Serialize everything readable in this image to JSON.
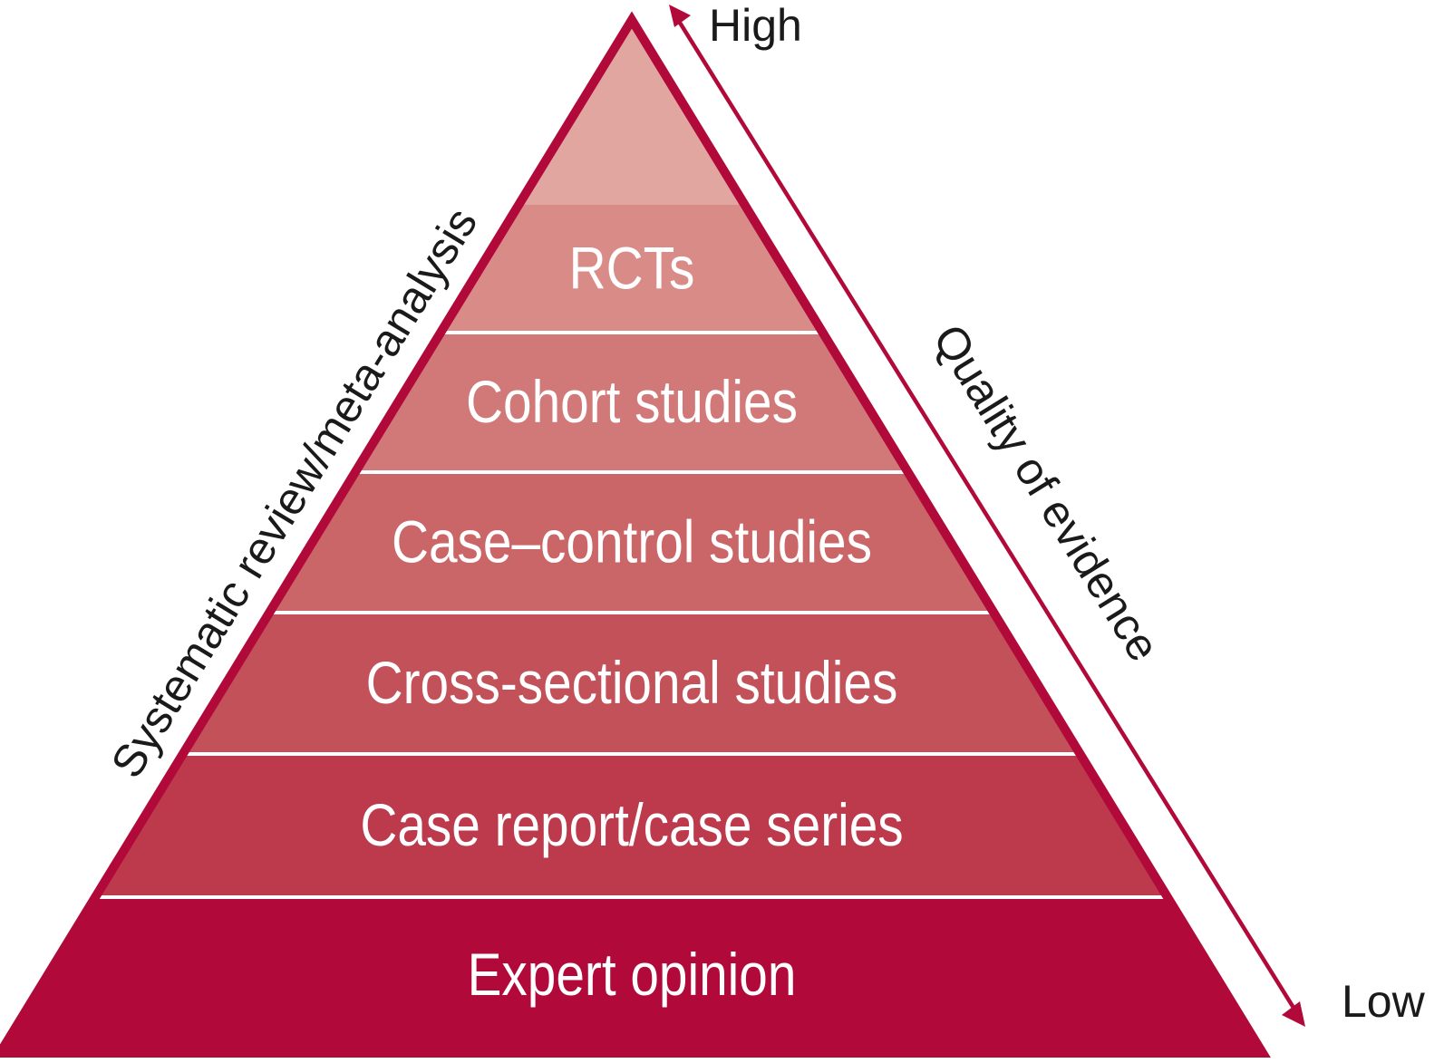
{
  "diagram": {
    "type": "evidence-pyramid",
    "apex_label": "Systematic review/meta-analysis",
    "levels": [
      {
        "label": "",
        "color": "#e2a6a1"
      },
      {
        "label": "RCTs",
        "color": "#d98b87"
      },
      {
        "label": "Cohort studies",
        "color": "#d17878"
      },
      {
        "label": "Case–control studies",
        "color": "#ca6667"
      },
      {
        "label": "Cross-sectional studies",
        "color": "#c25159"
      },
      {
        "label": "Case report/case series",
        "color": "#bc3a4c"
      },
      {
        "label": "Expert opinion",
        "color": "#b0093a"
      }
    ],
    "left_side_label": "Systematic review/meta-analysis",
    "right_axis": {
      "label": "Quality of evidence",
      "high_label": "High",
      "low_label": "Low"
    },
    "colors": {
      "outline": "#b0093a",
      "arrow": "#b0093a",
      "separator": "#ffffff",
      "text_dark": "#1a1a1a"
    }
  }
}
